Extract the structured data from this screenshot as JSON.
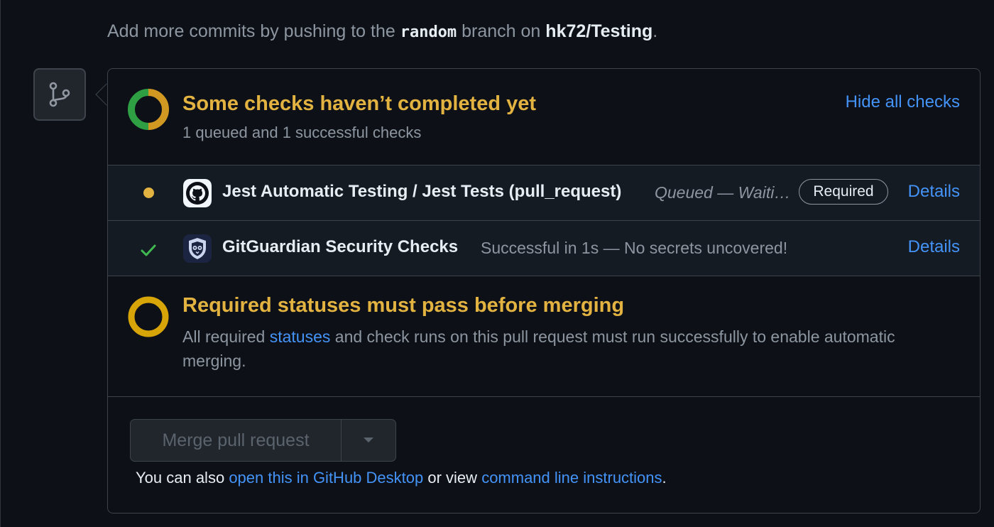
{
  "intro": {
    "prefix": "Add more commits by pushing to the",
    "branch": "random",
    "middle": "branch on",
    "repo": "hk72/Testing",
    "suffix": "."
  },
  "checks_summary": {
    "title": "Some checks haven’t completed yet",
    "subtitle": "1 queued and 1 successful checks",
    "toggle_label": "Hide all checks"
  },
  "checks": [
    {
      "status": "queued",
      "app_icon": "github-icon",
      "name": "Jest Automatic Testing / Jest Tests (pull_request)",
      "description": "Queued — Waiting to run this check...",
      "badge": "Required",
      "details_label": "Details"
    },
    {
      "status": "success",
      "app_icon": "gitguardian-icon",
      "name": "GitGuardian Security Checks",
      "description": "Successful in 1s — No secrets uncovered!",
      "badge": "",
      "details_label": "Details"
    }
  ],
  "required_status": {
    "title": "Required statuses must pass before merging",
    "text_before": "All required",
    "link": "statuses",
    "text_after": "and check runs on this pull request must run successfully to enable automatic merging."
  },
  "merge": {
    "button_label": "Merge pull request",
    "alt_prefix": "You can also",
    "desktop_link": "open this in GitHub Desktop",
    "alt_middle": "or view",
    "cli_link": "command line instructions",
    "alt_suffix": "."
  },
  "colors": {
    "pending": "#e3b341",
    "success": "#3fb950",
    "link": "#4493f8",
    "border": "#3d444d"
  }
}
